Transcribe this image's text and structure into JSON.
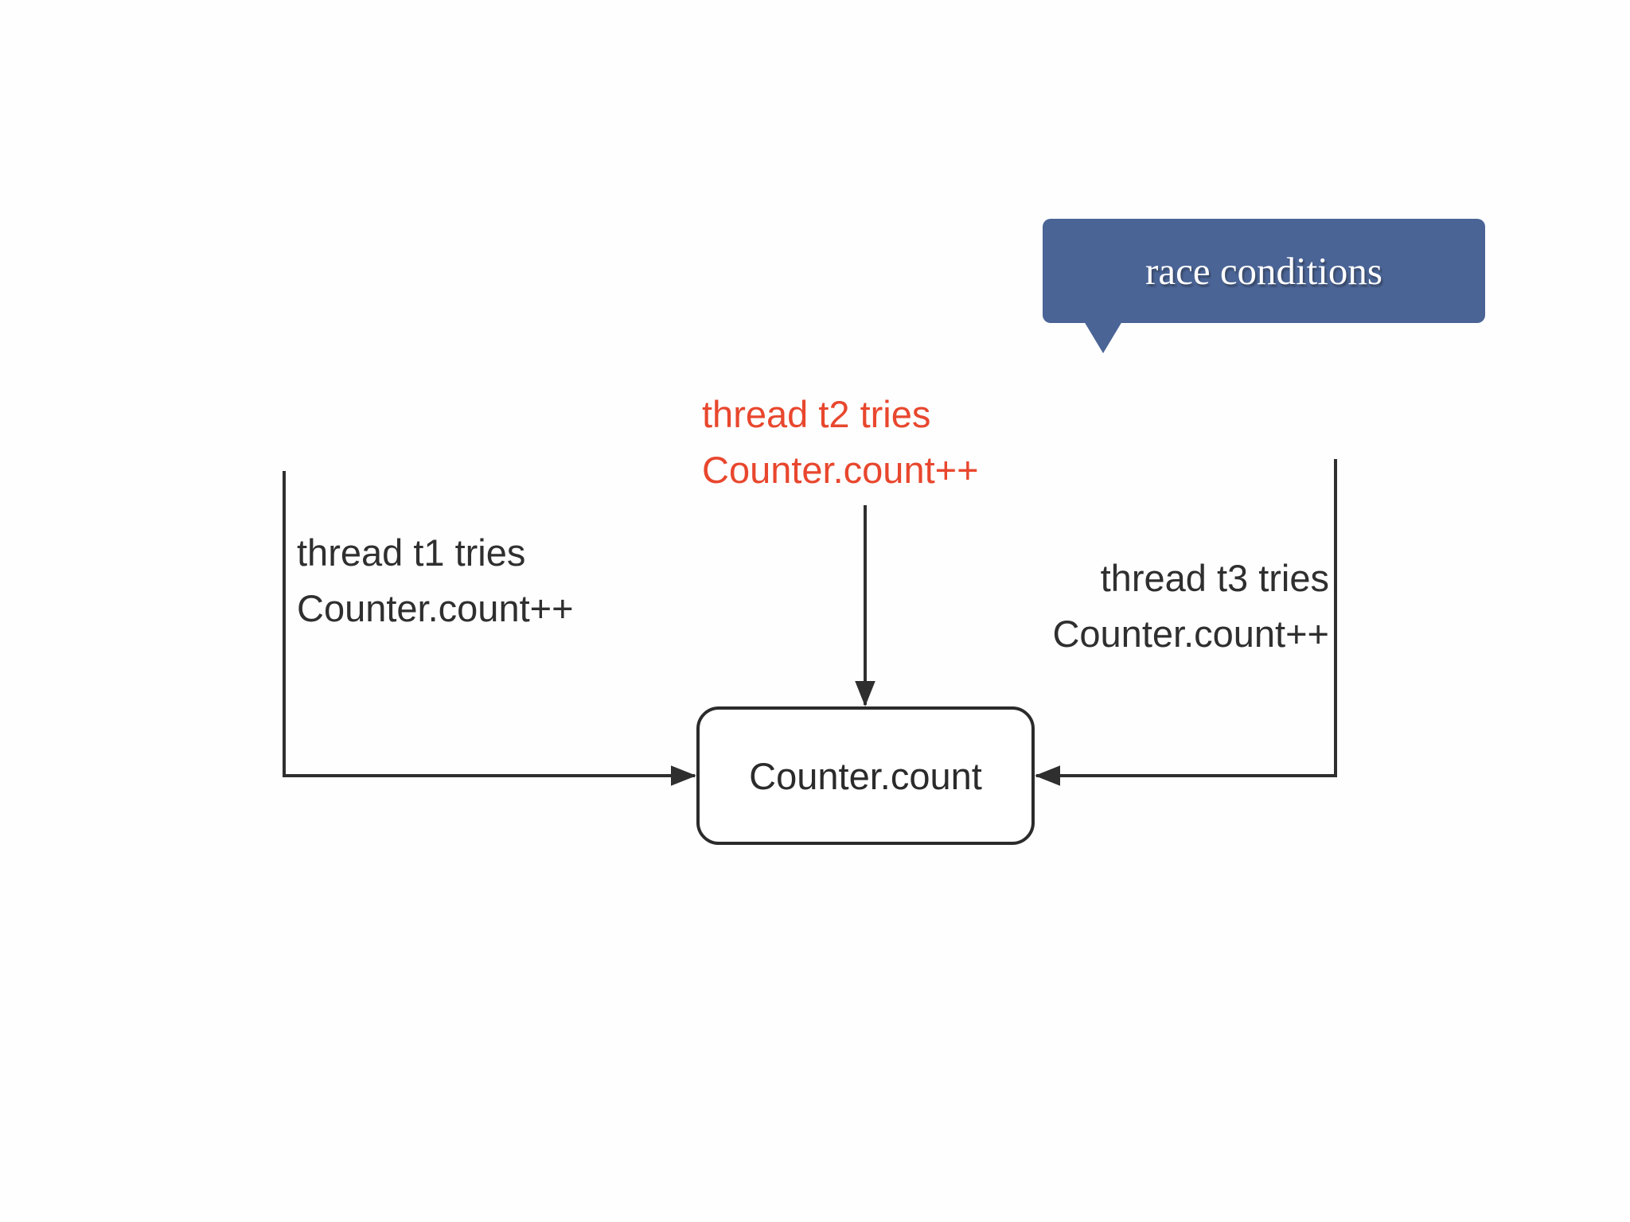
{
  "callout": {
    "label": "race conditions",
    "bg_color": "#4a6496",
    "text_color": "#ffffff"
  },
  "threads": {
    "t1": {
      "line1": "thread t1 tries",
      "line2": "Counter.count++",
      "color": "#2f2f2f"
    },
    "t2": {
      "line1": "thread t2 tries",
      "line2": "Counter.count++",
      "color": "#e8472e"
    },
    "t3": {
      "line1": "thread t3 tries",
      "line2": "Counter.count++",
      "color": "#2f2f2f"
    }
  },
  "counter_box": {
    "label": "Counter.count",
    "border_color": "#2b2b2b",
    "fill_color": "#ffffff"
  },
  "colors": {
    "arrow": "#2f2f2f",
    "background": "#fefefe"
  }
}
